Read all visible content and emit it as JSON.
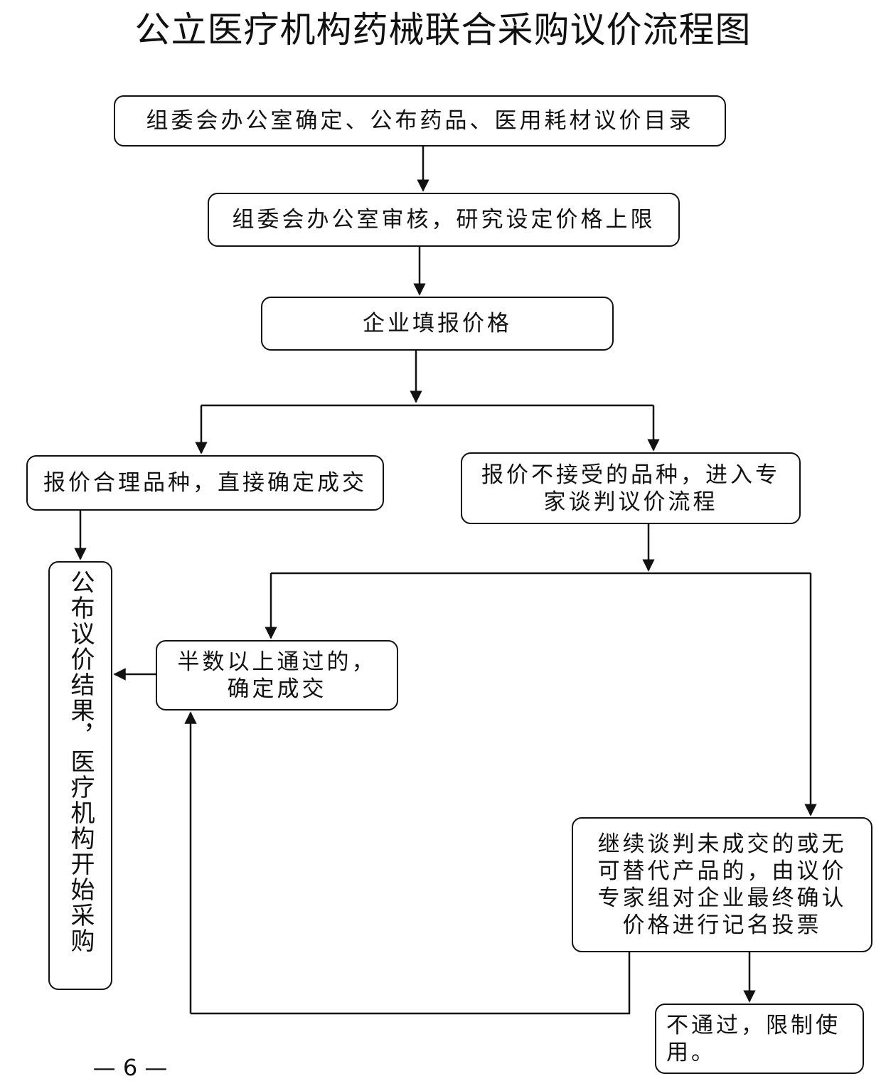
{
  "title": "公立医疗机构药械联合采购议价流程图",
  "steps": {
    "catalog": "组委会办公室确定、公布药品、医用耗材议价目录",
    "review": "组委会办公室审核，研究设定价格上限",
    "quote": "企业填报价格",
    "reasonable": "报价合理品种，直接确定成交",
    "negotiate": "报价不接受的品种，进入专家谈判议价流程",
    "majority": "半数以上通过的，确定成交",
    "vote": "继续谈判未成交的或无可替代产品的，由议价专家组对企业最终确认价格进行记名投票",
    "reject": "不通过，限制使用。",
    "publish": "公布议价结果，医疗机构开始采购"
  },
  "footer": {
    "page_number": "— 6 —"
  }
}
